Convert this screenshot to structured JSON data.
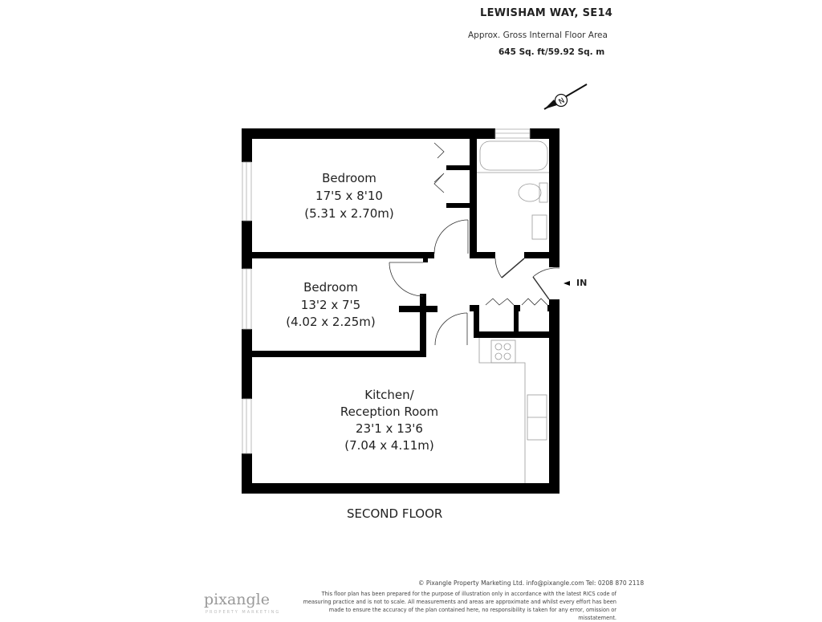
{
  "header": {
    "title": "LEWISHAM WAY, SE14",
    "subtitle": "Approx. Gross Internal Floor Area",
    "area": "645 Sq. ft/59.92 Sq. m"
  },
  "compass": {
    "icon": "north-arrow-icon",
    "letter": "N"
  },
  "rooms": [
    {
      "name": "Bedroom",
      "imperial": "17'5 x 8'10",
      "metric": "(5.31 x 2.70m)"
    },
    {
      "name": "Bedroom",
      "imperial": "13'2 x 7'5",
      "metric": "(4.02 x 2.25m)"
    },
    {
      "name": "Kitchen/",
      "name2": "Reception Room",
      "imperial": "23'1 x 13'6",
      "metric": "(7.04 x 4.11m)"
    }
  ],
  "entrance_label": "IN",
  "floor_label": "SECOND FLOOR",
  "footer": {
    "copyright": "© Pixangle Property Marketing Ltd. info@pixangle.com Tel: 0208 870 2118",
    "disclaimer": "This floor plan has been prepared for the purpose of illustration only in accordance with the latest RICS code of measuring practice and is not to scale. All measurements and areas are approximate and whilst every effort has been made to ensure the accuracy of the plan contained here, no responsibility is taken for any error, omission or misstatement.",
    "logo": "pixangle",
    "logo_sub": "PROPERTY MARKETING"
  }
}
